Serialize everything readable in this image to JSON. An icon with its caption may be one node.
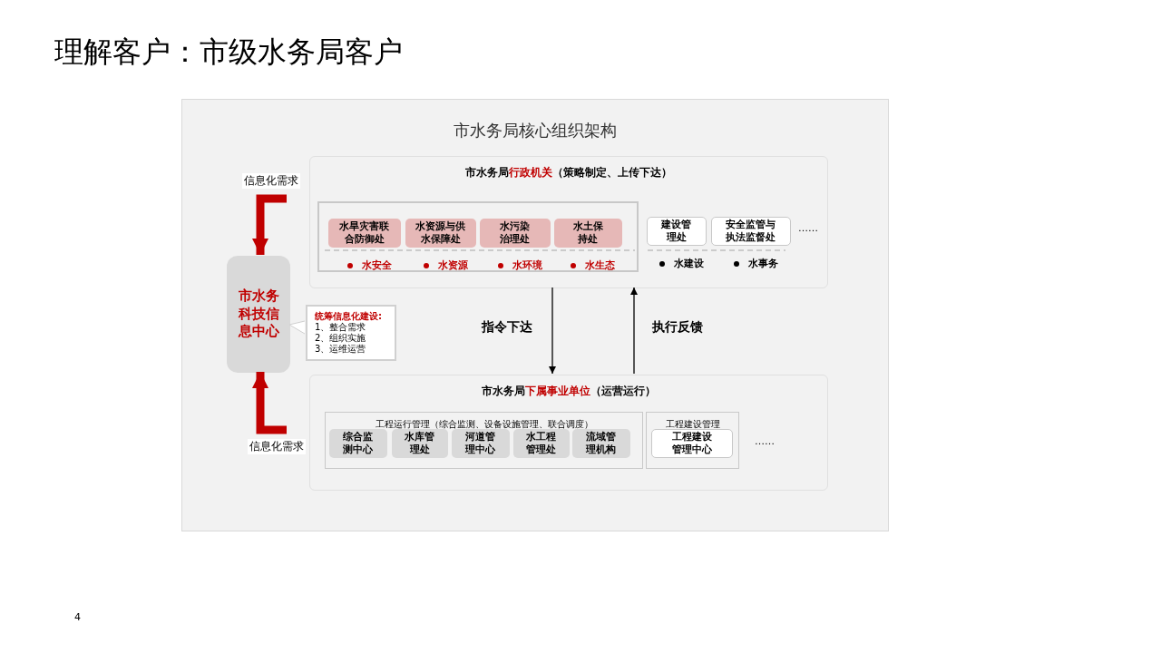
{
  "diagram": {
    "title": "理解客户：市级水务局客户",
    "nodes": [
      {
        "text": [
          "市水务局核心组织架构"
        ]
      },
      {
        "text": [
          "市水务局",
          "行政机关",
          "（策略制定、上传下达）"
        ],
        "in": 0
      },
      {
        "text": [],
        "shape": "box",
        "in": 1
      },
      {
        "text": [
          "水旱灾害联合防御处"
        ],
        "beside": [
          "水安全"
        ],
        "in": 2
      },
      {
        "text": [
          "水资源与供水保障处"
        ],
        "beside": [
          "水资源"
        ],
        "in": 2
      },
      {
        "text": [
          "水污染治理处"
        ],
        "beside": [
          "水环境"
        ],
        "in": 2
      },
      {
        "text": [
          "水土保持处"
        ],
        "beside": [
          "水生态"
        ],
        "in": 2
      },
      {
        "text": [
          "建设管理处"
        ],
        "beside": [
          "水建设"
        ],
        "in": 1
      },
      {
        "text": [
          "安全监管与执法监督处"
        ],
        "beside": [
          "水事务"
        ],
        "in": 1
      },
      {
        "text": [
          "市水务局",
          "下属事业单位",
          "（运营运行）"
        ],
        "in": 0
      },
      {
        "text": [
          "工程运行管理（综合监测、设备设施管理、联合调度）"
        ],
        "in": 9
      },
      {
        "text": [
          "综合监测中心"
        ],
        "in": 10
      },
      {
        "text": [
          "水库管理处"
        ],
        "in": 10
      },
      {
        "text": [
          "河道管理中心"
        ],
        "in": 10
      },
      {
        "text": [
          "水工程管理处"
        ],
        "in": 10
      },
      {
        "text": [
          "流域管理机构"
        ],
        "in": 10
      },
      {
        "text": [
          "工程建设管理"
        ],
        "in": 9
      },
      {
        "text": [
          "工程建设管理中心"
        ],
        "in": 16
      },
      {
        "text": [
          "市水务科技信息中心"
        ],
        "in": 0
      },
      {
        "text": [
          "统筹信息化建设:",
          "1、整合需求",
          "2、组织实施",
          "3、运维运营"
        ],
        "in": 0
      }
    ],
    "edges": [
      {
        "from": null,
        "to": 18,
        "arrow": "to",
        "label": "信息化需求",
        "style": "thick",
        "color": "#c00000"
      },
      {
        "from": null,
        "to": 18,
        "arrow": "to",
        "label": "信息化需求",
        "style": "thick",
        "color": "#c00000"
      },
      {
        "from": 1,
        "to": 9,
        "arrow": "to",
        "label": "指令下达",
        "color": "#000000"
      },
      {
        "from": 9,
        "to": 1,
        "arrow": "to",
        "label": "执行反馈",
        "color": "#000000"
      },
      {
        "from": 19,
        "to": 18,
        "arrow": "to",
        "color": "#d0d0d0"
      }
    ],
    "labels": [
      "……",
      "……",
      "4"
    ]
  }
}
